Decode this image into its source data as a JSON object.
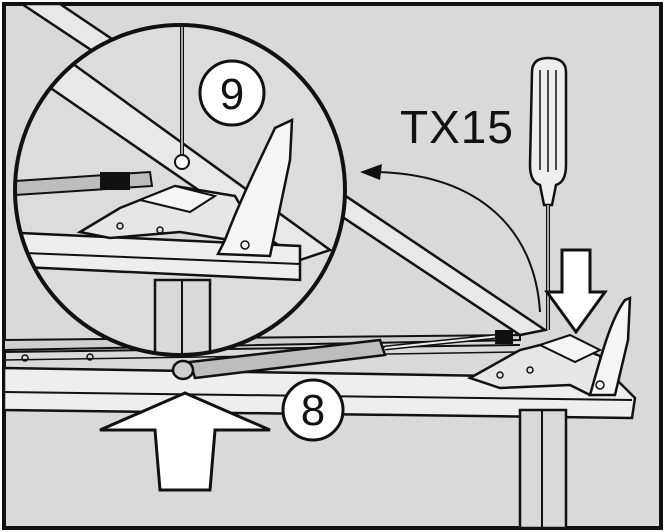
{
  "steps": [
    {
      "number": "9"
    },
    {
      "number": "8"
    }
  ],
  "tool": {
    "label": "TX15"
  },
  "colors": {
    "background": "#d9d9d9",
    "line": "#111111",
    "panel": "#f2f2f2",
    "strut": "#bdbdbd"
  },
  "icons": [
    "screwdriver-icon",
    "arrow-down-icon",
    "arrow-up-icon",
    "curved-arrow-icon"
  ]
}
